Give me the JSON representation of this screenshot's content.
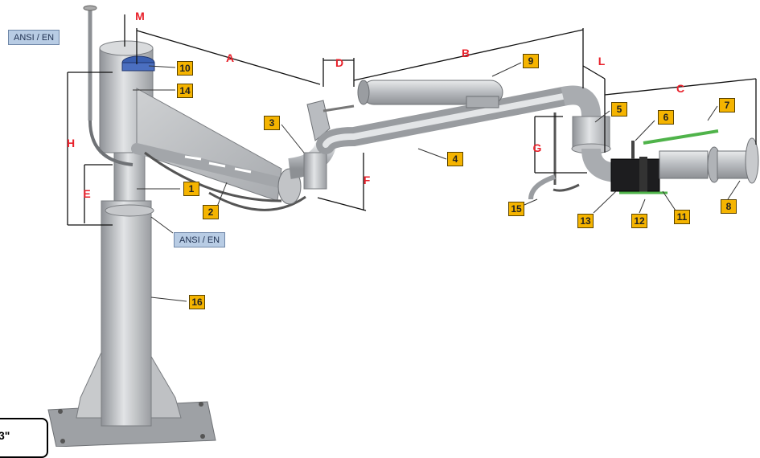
{
  "labels": {
    "standard_top": "ANSI / EN",
    "standard_mid": "ANSI / EN",
    "size_text": "3\""
  },
  "dimensions": [
    "M",
    "A",
    "D",
    "B",
    "L",
    "C",
    "H",
    "E",
    "F",
    "G"
  ],
  "callouts": [
    "1",
    "2",
    "3",
    "4",
    "5",
    "6",
    "7",
    "8",
    "9",
    "10",
    "11",
    "12",
    "13",
    "14",
    "15",
    "16"
  ],
  "colors": {
    "callout_fill": "#f5b400",
    "dimension_text": "#e8202a",
    "standard_fill": "#b8cce4",
    "flange_accent": "#3a5fb0",
    "steel": "#b9bcc0"
  }
}
